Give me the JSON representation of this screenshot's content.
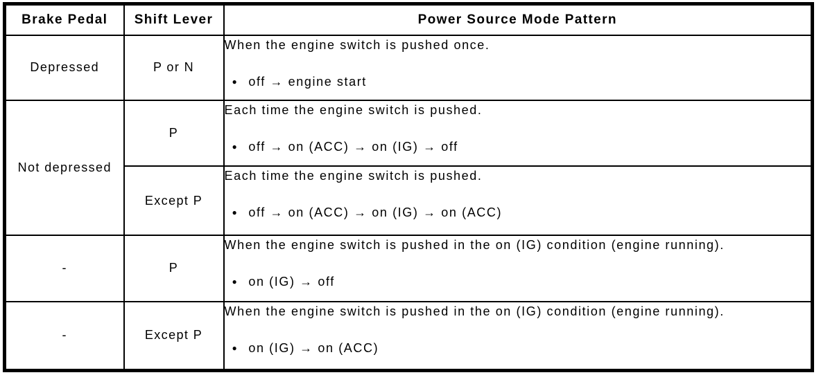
{
  "page": {
    "background_color": "#ffffff",
    "text_color": "#000000",
    "border_color": "#000000"
  },
  "table": {
    "bullet_char": "●",
    "headers": {
      "brake_pedal": "Brake Pedal",
      "shift_lever": "Shift Lever",
      "pattern": "Power Source Mode Pattern"
    },
    "rows": [
      {
        "brake_pedal": "Depressed",
        "shift_lever": "P or N",
        "description": "When the engine switch is pushed once.",
        "bullet": "off → engine start"
      },
      {
        "brake_pedal": "Not depressed",
        "shift_lever": "P",
        "description": "Each time the engine switch is pushed.",
        "bullet": "off → on (ACC) → on (IG) → off"
      },
      {
        "shift_lever": "Except P",
        "description": "Each time the engine switch is pushed.",
        "bullet": "off → on (ACC) → on (IG) → on (ACC)"
      },
      {
        "brake_pedal": "-",
        "shift_lever": "P",
        "description": "When the engine switch is pushed in the on (IG) condition (engine running).",
        "bullet": "on (IG) → off"
      },
      {
        "brake_pedal": "-",
        "shift_lever": "Except P",
        "description": "When the engine switch is pushed in the on (IG) condition (engine running).",
        "bullet": "on (IG) → on (ACC)"
      }
    ]
  }
}
